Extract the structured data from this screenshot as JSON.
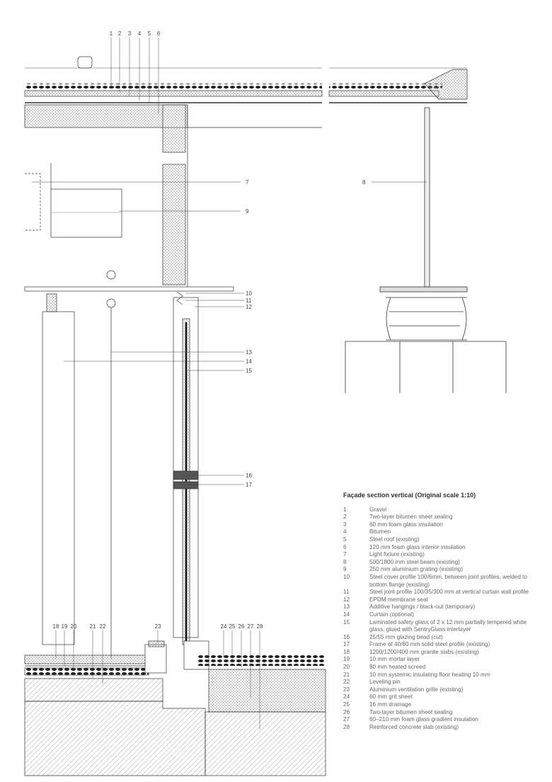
{
  "drawing": {
    "callouts_top": [
      "1",
      "2",
      "3",
      "4",
      "5",
      "6"
    ],
    "callouts_right": [
      "7",
      "9",
      "8",
      "10",
      "11",
      "12",
      "13",
      "14",
      "15",
      "16",
      "17"
    ],
    "callouts_bottom": [
      "18",
      "19",
      "20",
      "21",
      "22",
      "23",
      "24",
      "25",
      "26",
      "27",
      "28"
    ]
  },
  "legend": {
    "title": "Façade section vertical (Original scale 1:10)",
    "items": [
      {
        "n": "1",
        "t": "Gravel"
      },
      {
        "n": "2",
        "t": "Two-layer bitumen sheet sealing"
      },
      {
        "n": "3",
        "t": "60 mm foam glass insulation"
      },
      {
        "n": "4",
        "t": "Bitumen"
      },
      {
        "n": "5",
        "t": "Steel roof (existing)"
      },
      {
        "n": "6",
        "t": "120 mm foam glass interior insulation"
      },
      {
        "n": "7",
        "t": "Light fixture (existing)"
      },
      {
        "n": "8",
        "t": "500/1800 mm steel beam (existing)"
      },
      {
        "n": "9",
        "t": "250 mm aluminium grating (existing)"
      },
      {
        "n": "10",
        "t": "Steel cover profile 100/6mm, between joint profiles, welded to bottom flange (existing)"
      },
      {
        "n": "11",
        "t": "Steel joint profile 100/35/300 mm at vertical curtain wall profile"
      },
      {
        "n": "12",
        "t": "EPDM membrane seal"
      },
      {
        "n": "13",
        "t": "Additive hangings / black-out (temporary)"
      },
      {
        "n": "14",
        "t": "Curtain (optional)"
      },
      {
        "n": "15",
        "t": "Laminated safety glass of 2 x 12 mm partially tempered white glass, glued with SentryGlass interlayer"
      },
      {
        "n": "16",
        "t": "25/55 mm glazing bead (cut)"
      },
      {
        "n": "17",
        "t": "Frame of 40/80 mm solid steel profile (existing)"
      },
      {
        "n": "18",
        "t": "1200/1200/400 mm granite slabs (existing)"
      },
      {
        "n": "19",
        "t": "10 mm mortar layer"
      },
      {
        "n": "20",
        "t": "80 mm heated screed"
      },
      {
        "n": "21",
        "t": "10 mm systemic insulating floor heating 10 mm"
      },
      {
        "n": "22",
        "t": "Leveling pin"
      },
      {
        "n": "23",
        "t": "Aluminium ventilation grille (existing)"
      },
      {
        "n": "24",
        "t": "60 mm grit sheet"
      },
      {
        "n": "25",
        "t": "16 mm drainage"
      },
      {
        "n": "26",
        "t": "Two-layer bitumen sheet sealing"
      },
      {
        "n": "27",
        "t": "60–210 mm foam glass gradient insulation"
      },
      {
        "n": "28",
        "t": "Reinforced concrete slab (existing)"
      }
    ]
  }
}
